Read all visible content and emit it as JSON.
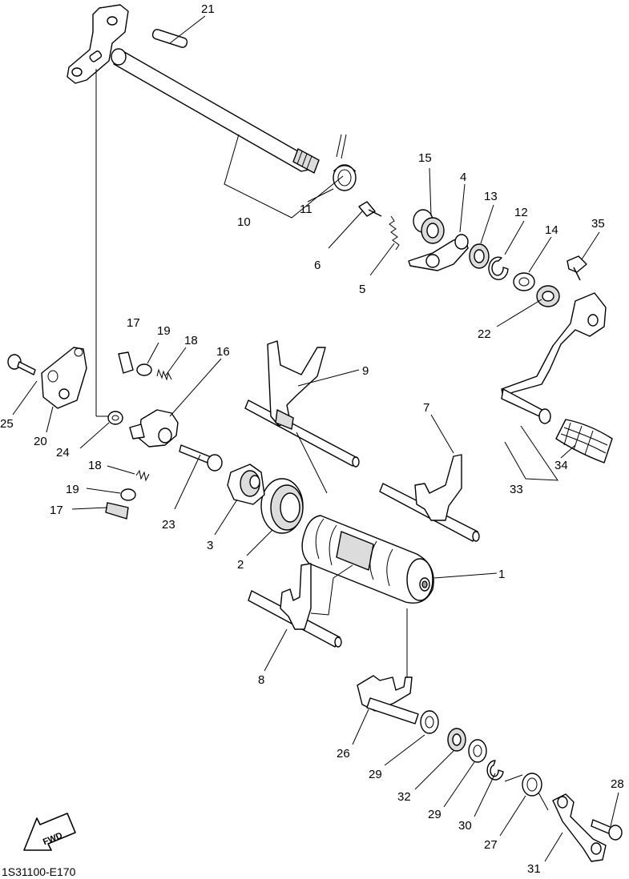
{
  "drawing_code": "1S31100-E170",
  "direction_label": "FWD",
  "callouts": [
    "21",
    "10",
    "11",
    "15",
    "4",
    "13",
    "12",
    "14",
    "35",
    "6",
    "5",
    "22",
    "9",
    "17",
    "19",
    "18",
    "16",
    "25",
    "20",
    "24",
    "7",
    "18",
    "19",
    "17",
    "23",
    "3",
    "2",
    "34",
    "33",
    "1",
    "8",
    "26",
    "29",
    "32",
    "29",
    "30",
    "27",
    "28",
    "31"
  ]
}
